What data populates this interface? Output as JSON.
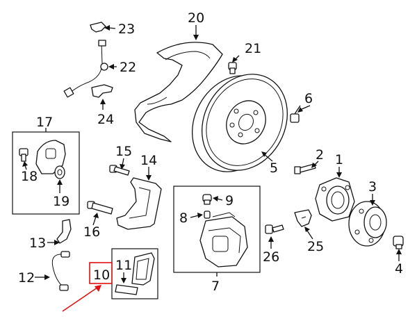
{
  "callouts": {
    "c1": "1",
    "c2": "2",
    "c3": "3",
    "c4": "4",
    "c5": "5",
    "c6": "6",
    "c7": "7",
    "c8": "8",
    "c9": "9",
    "c10": "10",
    "c11": "11",
    "c12": "12",
    "c13": "13",
    "c14": "14",
    "c15": "15",
    "c16": "16",
    "c17": "17",
    "c18": "18",
    "c19": "19",
    "c20": "20",
    "c21": "21",
    "c22": "22",
    "c23": "23",
    "c24": "24",
    "c25": "25",
    "c26": "26"
  },
  "highlight": {
    "callout": "10",
    "color": "#e01010"
  }
}
